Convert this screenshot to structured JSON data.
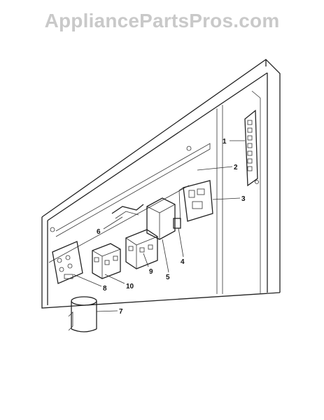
{
  "watermark": "AppliancePartsPros.com",
  "callouts": [
    {
      "label": "1"
    },
    {
      "label": "2"
    },
    {
      "label": "3"
    },
    {
      "label": "4"
    },
    {
      "label": "5"
    },
    {
      "label": "6"
    },
    {
      "label": "7"
    },
    {
      "label": "8"
    },
    {
      "label": "9"
    },
    {
      "label": "10"
    }
  ]
}
